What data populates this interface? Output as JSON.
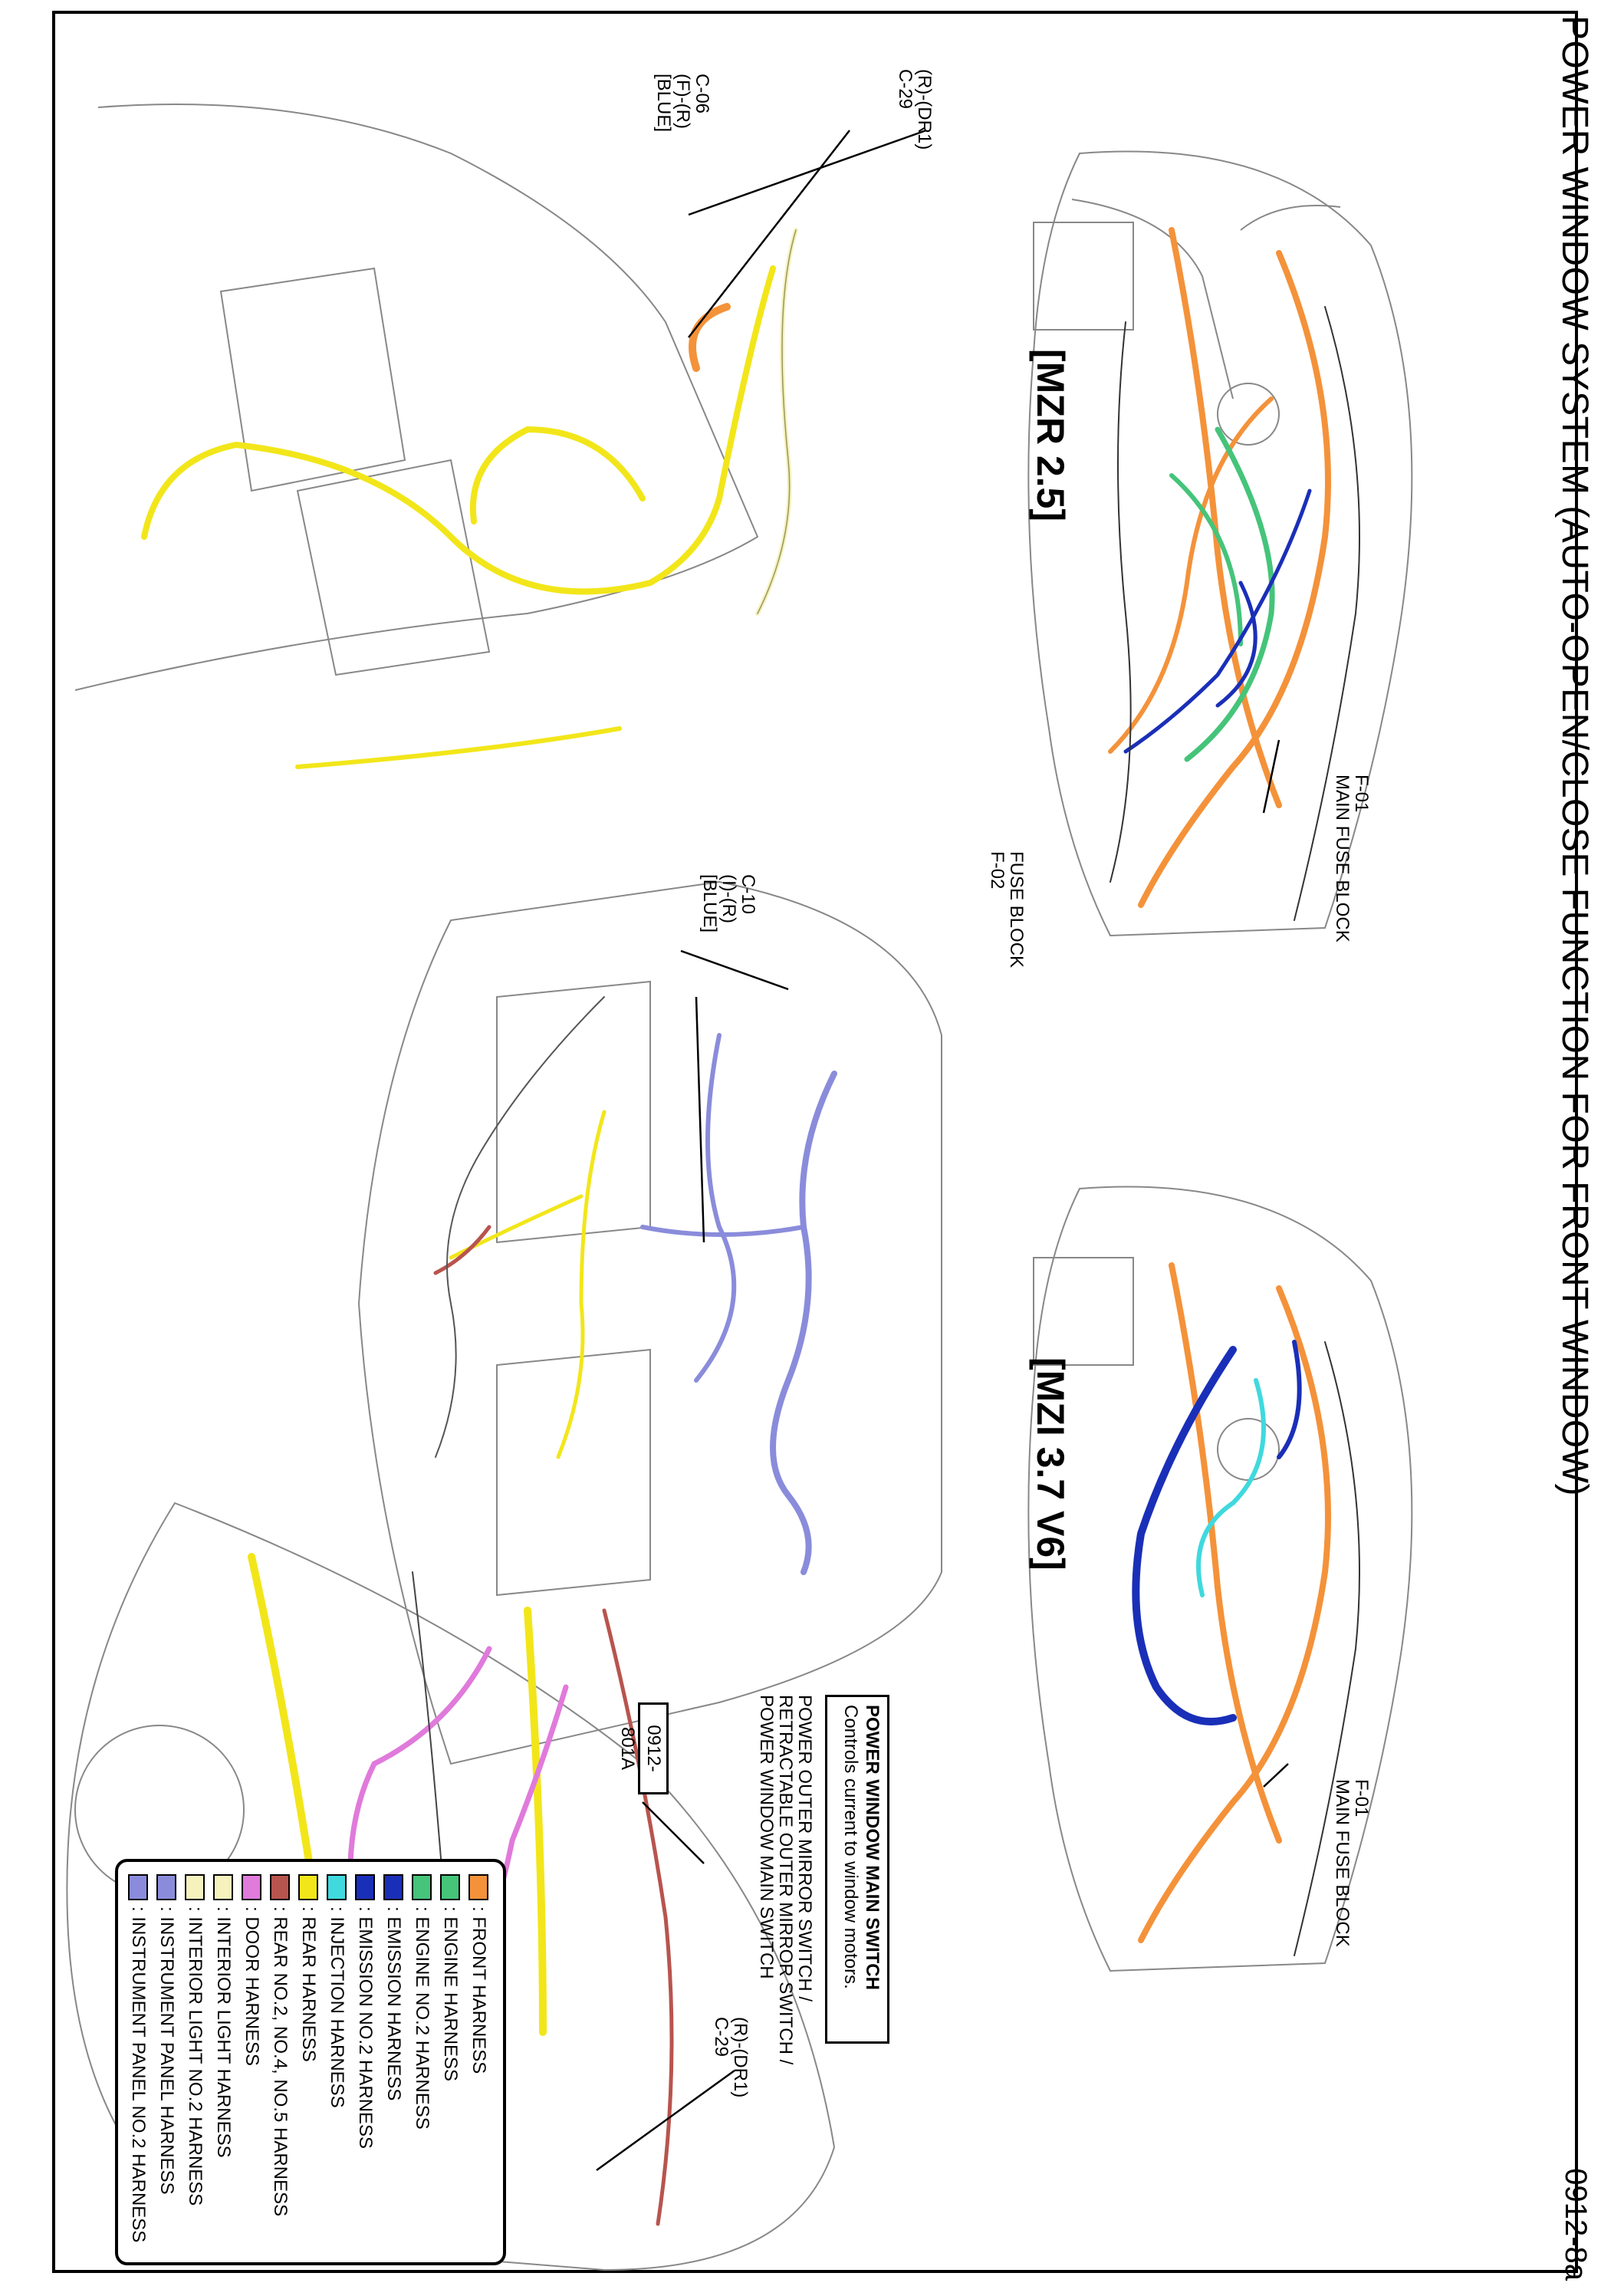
{
  "title": "POWER WINDOW SYSTEM (AUTO-OPEN/CLOSE FUNCTION FOR FRONT WINDOW)",
  "page_number": "0912-8a",
  "variants": {
    "mzr": "[MZR 2.5]",
    "mzi": "[MZI 3.7 V6]"
  },
  "callouts": {
    "f01_top": [
      "F-01",
      "MAIN FUSE BLOCK"
    ],
    "f01_mid": [
      "F-01",
      "MAIN FUSE BLOCK"
    ],
    "c29_top": [
      "(R)-(DR1)",
      "C-29"
    ],
    "c06": [
      "C-06",
      "(F)-(R)",
      "[BLUE]"
    ],
    "f02": [
      "FUSE BLOCK",
      "F-02"
    ],
    "c10": [
      "C-10",
      "(I)-(R)",
      "[BLUE]"
    ],
    "c29_bottom": [
      "(R)-(DR1)",
      "C-29"
    ],
    "switch_list": [
      "POWER OUTER MIRROR SWITCH /",
      "RETRACTABLE OUTER MIRROR SWITCH /",
      "POWER WINDOW MAIN SWITCH"
    ]
  },
  "switch_box": {
    "heading": "POWER WINDOW MAIN SWITCH",
    "description": "Controls current to window motors."
  },
  "reference_code": "0912-801A",
  "legend": [
    {
      "label": ": FRONT HARNESS",
      "color": "#F4923A"
    },
    {
      "label": ": ENGINE HARNESS",
      "color": "#45C47A"
    },
    {
      "label": ": ENGINE NO.2 HARNESS",
      "color": "#45C47A"
    },
    {
      "label": ": EMISSION HARNESS",
      "color": "#1A2FB8"
    },
    {
      "label": ": EMISSION NO.2 HARNESS",
      "color": "#1A2FB8"
    },
    {
      "label": ": INJECTION HARNESS",
      "color": "#3FD9DE"
    },
    {
      "label": ": REAR HARNESS",
      "color": "#F2E61A"
    },
    {
      "label": ": REAR NO.2, NO.4, NO.5 HARNESS",
      "color": "#B8544E"
    },
    {
      "label": ": DOOR HARNESS",
      "color": "#E07ADB"
    },
    {
      "label": ": INTERIOR LIGHT HARNESS",
      "color": "#F5F2BE"
    },
    {
      "label": ": INTERIOR LIGHT NO.2 HARNESS",
      "color": "#F5F2BE"
    },
    {
      "label": ": INSTRUMENT PANEL HARNESS",
      "color": "#8A8CDB"
    },
    {
      "label": ": INSTRUMENT PANEL NO.2 HARNESS",
      "color": "#8A8CDB"
    }
  ]
}
